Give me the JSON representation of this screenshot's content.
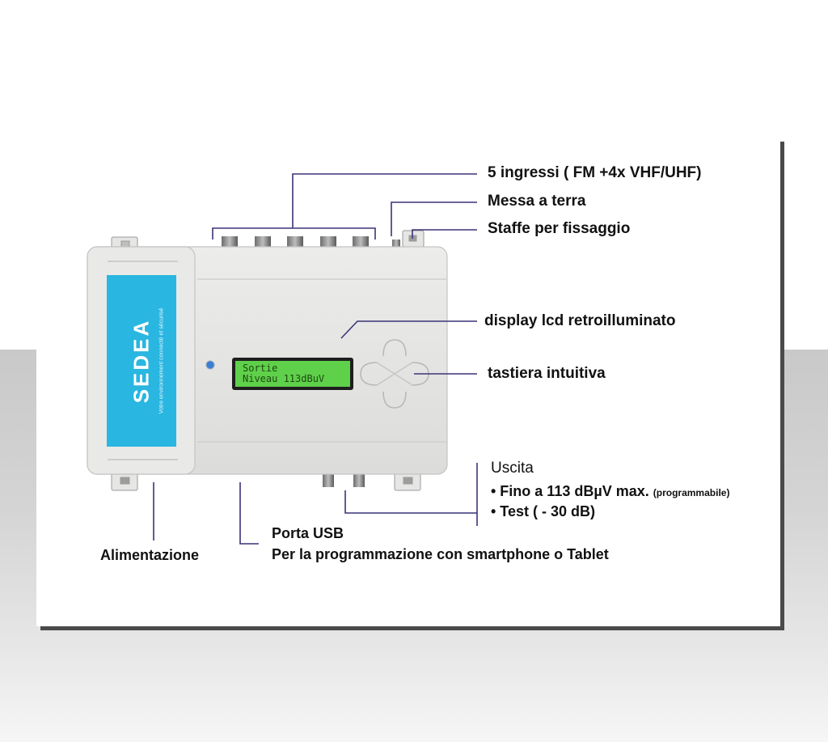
{
  "device": {
    "brand": "SEDEA",
    "brand_tagline": "Votre environnement connecté et sécurisé",
    "lcd_line1": "Sortie",
    "lcd_line2": "Niveau 113dBuV"
  },
  "callouts": {
    "inputs": "5  ingressi ( FM +4x VHF/UHF)",
    "ground": "Messa a terra",
    "brackets": "Staffe per fissaggio",
    "display": "display lcd retroilluminato",
    "keypad": "tastiera intuitiva",
    "output_title": "Uscita",
    "output_line1": "• Fino a 113 dBµV max.",
    "output_line1_note": "(programmabile)",
    "output_line2": "• Test ( - 30 dB)",
    "usb_title": "Porta USB",
    "usb_desc": "Per la programmazione con smartphone o Tablet",
    "power": "Alimentazione"
  },
  "colors": {
    "leader_line": "#3a3478",
    "brand_panel": "#29b6e0",
    "lcd": "#5fd04a",
    "housing": "#e3e3e1"
  }
}
